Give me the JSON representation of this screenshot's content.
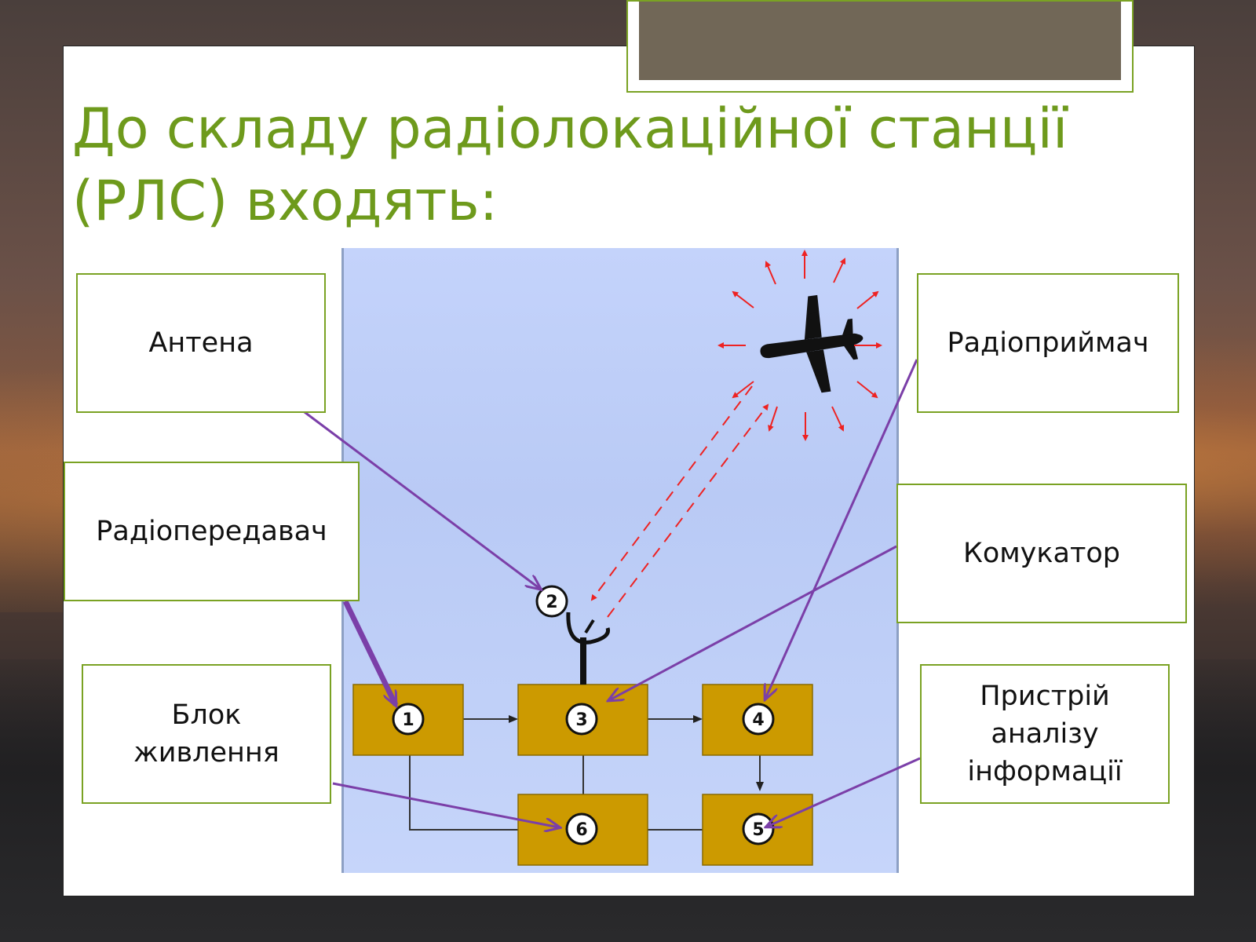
{
  "slide": {
    "title_line1": "До складу радіолокаційної станції",
    "title_line2": "(РЛС) входять:"
  },
  "labels": {
    "antenna": "Антена",
    "transmitter": "Радіопередавач",
    "power_supply_line1": "Блок",
    "power_supply_line2": "живлення",
    "receiver": "Радіоприймач",
    "switch": "Комукатор",
    "analyzer_line1": "Пристрій",
    "analyzer_line2": "аналізу",
    "analyzer_line3": "інформації"
  },
  "blocks": [
    {
      "number": "1"
    },
    {
      "number": "2"
    },
    {
      "number": "3"
    },
    {
      "number": "4"
    },
    {
      "number": "5"
    },
    {
      "number": "6"
    }
  ],
  "colors": {
    "accent_green": "#7aa223",
    "title_green": "#6e9a1c",
    "block_gold": "#cc9a00",
    "pointer_purple": "#7b3fa8",
    "signal_red": "#ee2222",
    "diagram_blue": "#c4d3fb"
  },
  "icons": [
    "airplane-icon",
    "antenna-dish-icon"
  ]
}
